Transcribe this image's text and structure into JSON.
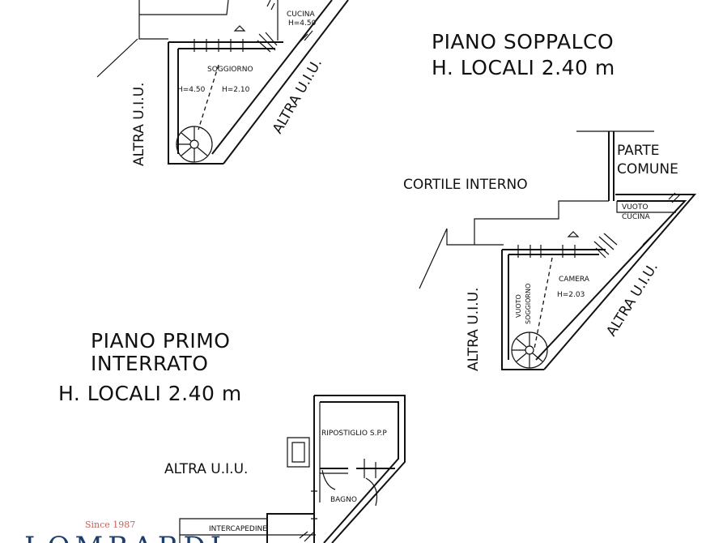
{
  "plan_top": {
    "room_cucina": "CUCINA",
    "room_cucina_h": "H=4.50",
    "room_soggiorno": "SOGGIORNO",
    "room_soggiorno_h1": "H=4.50",
    "room_soggiorno_h2": "H=2.10",
    "label_altra_left": "ALTRA U.I.U.",
    "label_altra_right": "ALTRA U.I.U."
  },
  "plan_soppalco": {
    "title_line1": "PIANO SOPPALCO",
    "title_line2": "H. LOCALI 2.40 m",
    "label_parte_1": "PARTE",
    "label_parte_2": "COMUNE",
    "label_cortile": "CORTILE INTERNO",
    "room_vuoto_cucina_1": "VUOTO",
    "room_vuoto_cucina_2": "CUCINA",
    "room_camera": "CAMERA",
    "room_camera_h": "H=2.03",
    "room_vuoto_soggiorno_1": "VUOTO",
    "room_vuoto_soggiorno_2": "SOGGIORNO",
    "label_altra_left": "ALTRA U.I.U.",
    "label_altra_right": "ALTRA U.I.U."
  },
  "plan_interrato": {
    "title_line1": "PIANO PRIMO",
    "title_line2": "INTERRATO",
    "title_line3": "H. LOCALI 2.40 m",
    "label_altra": "ALTRA U.I.U.",
    "room_ripostiglio": "RIPOSTIGLIO S.P.P",
    "room_bagno": "BAGNO",
    "room_intercapedine": "INTERCAPEDINE"
  },
  "watermark": {
    "since": "Since 1987",
    "brand": "LOMBARDI"
  },
  "colors": {
    "ink": "#111111",
    "brand": "#1f3e6e",
    "accent": "#c4615a"
  }
}
